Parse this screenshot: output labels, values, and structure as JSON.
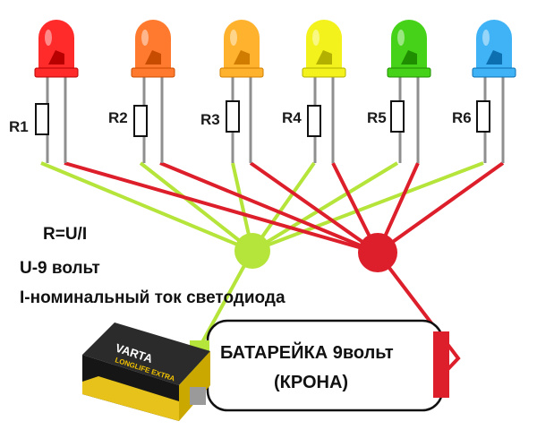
{
  "resistors": [
    {
      "label": "R1"
    },
    {
      "label": "R2"
    },
    {
      "label": "R3"
    },
    {
      "label": "R4"
    },
    {
      "label": "R5"
    },
    {
      "label": "R6"
    }
  ],
  "leds": [
    {
      "color": "red",
      "fill": "#ff2b2b",
      "dark": "#b80000"
    },
    {
      "color": "orange",
      "fill": "#ff7a2e",
      "dark": "#c84c00"
    },
    {
      "color": "amber",
      "fill": "#ffb22e",
      "dark": "#d07c00"
    },
    {
      "color": "yellow",
      "fill": "#f3f21c",
      "dark": "#b3b000"
    },
    {
      "color": "green",
      "fill": "#47d21a",
      "dark": "#1f8e00"
    },
    {
      "color": "blue",
      "fill": "#3fb3f5",
      "dark": "#0b6fb0"
    }
  ],
  "formula": {
    "line1": "R=U/I",
    "line2": "U-9 вольт",
    "line3": "I-номинальный ток светодиода"
  },
  "battery_box": {
    "line1": "БАТАРЕЙКА 9вольт",
    "line2": "(КРОНА)"
  },
  "battery": {
    "brand": "VARTA",
    "subtitle": "LONGLIFE EXTRA"
  },
  "colors": {
    "positive_wire": "#dd1f2b",
    "negative_wire": "#b5e43a"
  }
}
